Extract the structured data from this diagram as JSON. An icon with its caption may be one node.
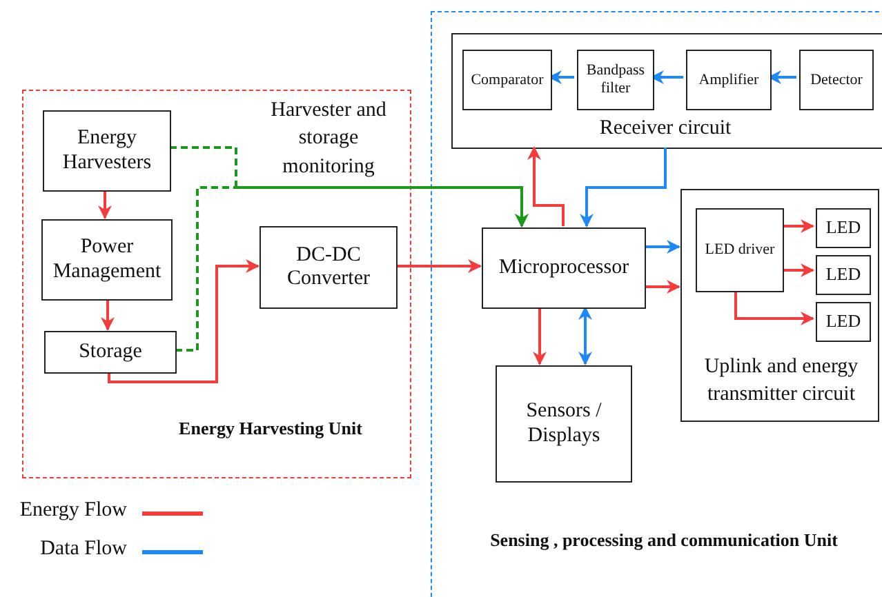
{
  "diagram": {
    "nodes": [
      {
        "text": [
          "Energy Harvesting Unit"
        ]
      },
      {
        "text": [
          "Energy Harvesters"
        ],
        "in": 0
      },
      {
        "text": [
          "Power Management"
        ],
        "in": 0
      },
      {
        "text": [
          "Storage"
        ],
        "in": 0
      },
      {
        "text": [
          "DC-DC Converter"
        ],
        "in": 0
      },
      {
        "text": [
          "Sensing , processing and communication Unit"
        ]
      },
      {
        "text": [
          "Receiver circuit"
        ],
        "in": 5
      },
      {
        "text": [
          "Comparator"
        ],
        "in": 6
      },
      {
        "text": [
          "Bandpass filter"
        ],
        "in": 6
      },
      {
        "text": [
          "Amplifier"
        ],
        "in": 6
      },
      {
        "text": [
          "Detector"
        ],
        "in": 6
      },
      {
        "text": [
          "Microprocessor"
        ],
        "in": 5
      },
      {
        "text": [
          "Uplink and energy transmitter circuit"
        ],
        "in": 5
      },
      {
        "text": [
          "LED driver"
        ],
        "in": 12
      },
      {
        "text": [
          "LED"
        ],
        "in": 12
      },
      {
        "text": [
          "LED"
        ],
        "in": 12
      },
      {
        "text": [
          "LED"
        ],
        "in": 12
      },
      {
        "text": [
          "Sensors / Displays"
        ],
        "in": 5
      }
    ],
    "edges": [
      {
        "from": 1,
        "to": 2,
        "arrow": "to"
      },
      {
        "from": 2,
        "to": 3,
        "arrow": "to"
      },
      {
        "from": 3,
        "to": 4,
        "arrow": "to"
      },
      {
        "from": 4,
        "to": 11,
        "arrow": "to"
      },
      {
        "from": 1,
        "to": 11,
        "arrow": "to",
        "style": "dashed",
        "color": "#1a9a1a"
      },
      {
        "from": 3,
        "to": 11,
        "arrow": "to",
        "style": "dashed",
        "color": "#1a9a1a"
      },
      {
        "from": 10,
        "to": 9,
        "arrow": "to",
        "color": "#1e88f5"
      },
      {
        "from": 9,
        "to": 8,
        "arrow": "to",
        "color": "#1e88f5"
      },
      {
        "from": 8,
        "to": 7,
        "arrow": "to",
        "color": "#1e88f5"
      },
      {
        "from": 11,
        "to": 6,
        "arrow": "to"
      },
      {
        "from": 6,
        "to": 11,
        "arrow": "to",
        "color": "#1e88f5"
      },
      {
        "from": 11,
        "to": 12,
        "arrow": "to",
        "color": "#1e88f5"
      },
      {
        "from": 11,
        "to": 12,
        "arrow": "to"
      },
      {
        "from": 13,
        "to": 14,
        "arrow": "to"
      },
      {
        "from": 13,
        "to": 15,
        "arrow": "to"
      },
      {
        "from": 13,
        "to": 16,
        "arrow": "to"
      },
      {
        "from": 11,
        "to": 17,
        "arrow": "to"
      },
      {
        "from": 11,
        "to": 17,
        "arrow": "both",
        "color": "#1e88f5"
      }
    ],
    "labels": [
      "Harvester and storage monitoring"
    ],
    "legend": [
      {
        "text": "Energy Flow",
        "color": "#f53b3b"
      },
      {
        "text": "Data Flow",
        "color": "#1e88f5"
      }
    ]
  }
}
